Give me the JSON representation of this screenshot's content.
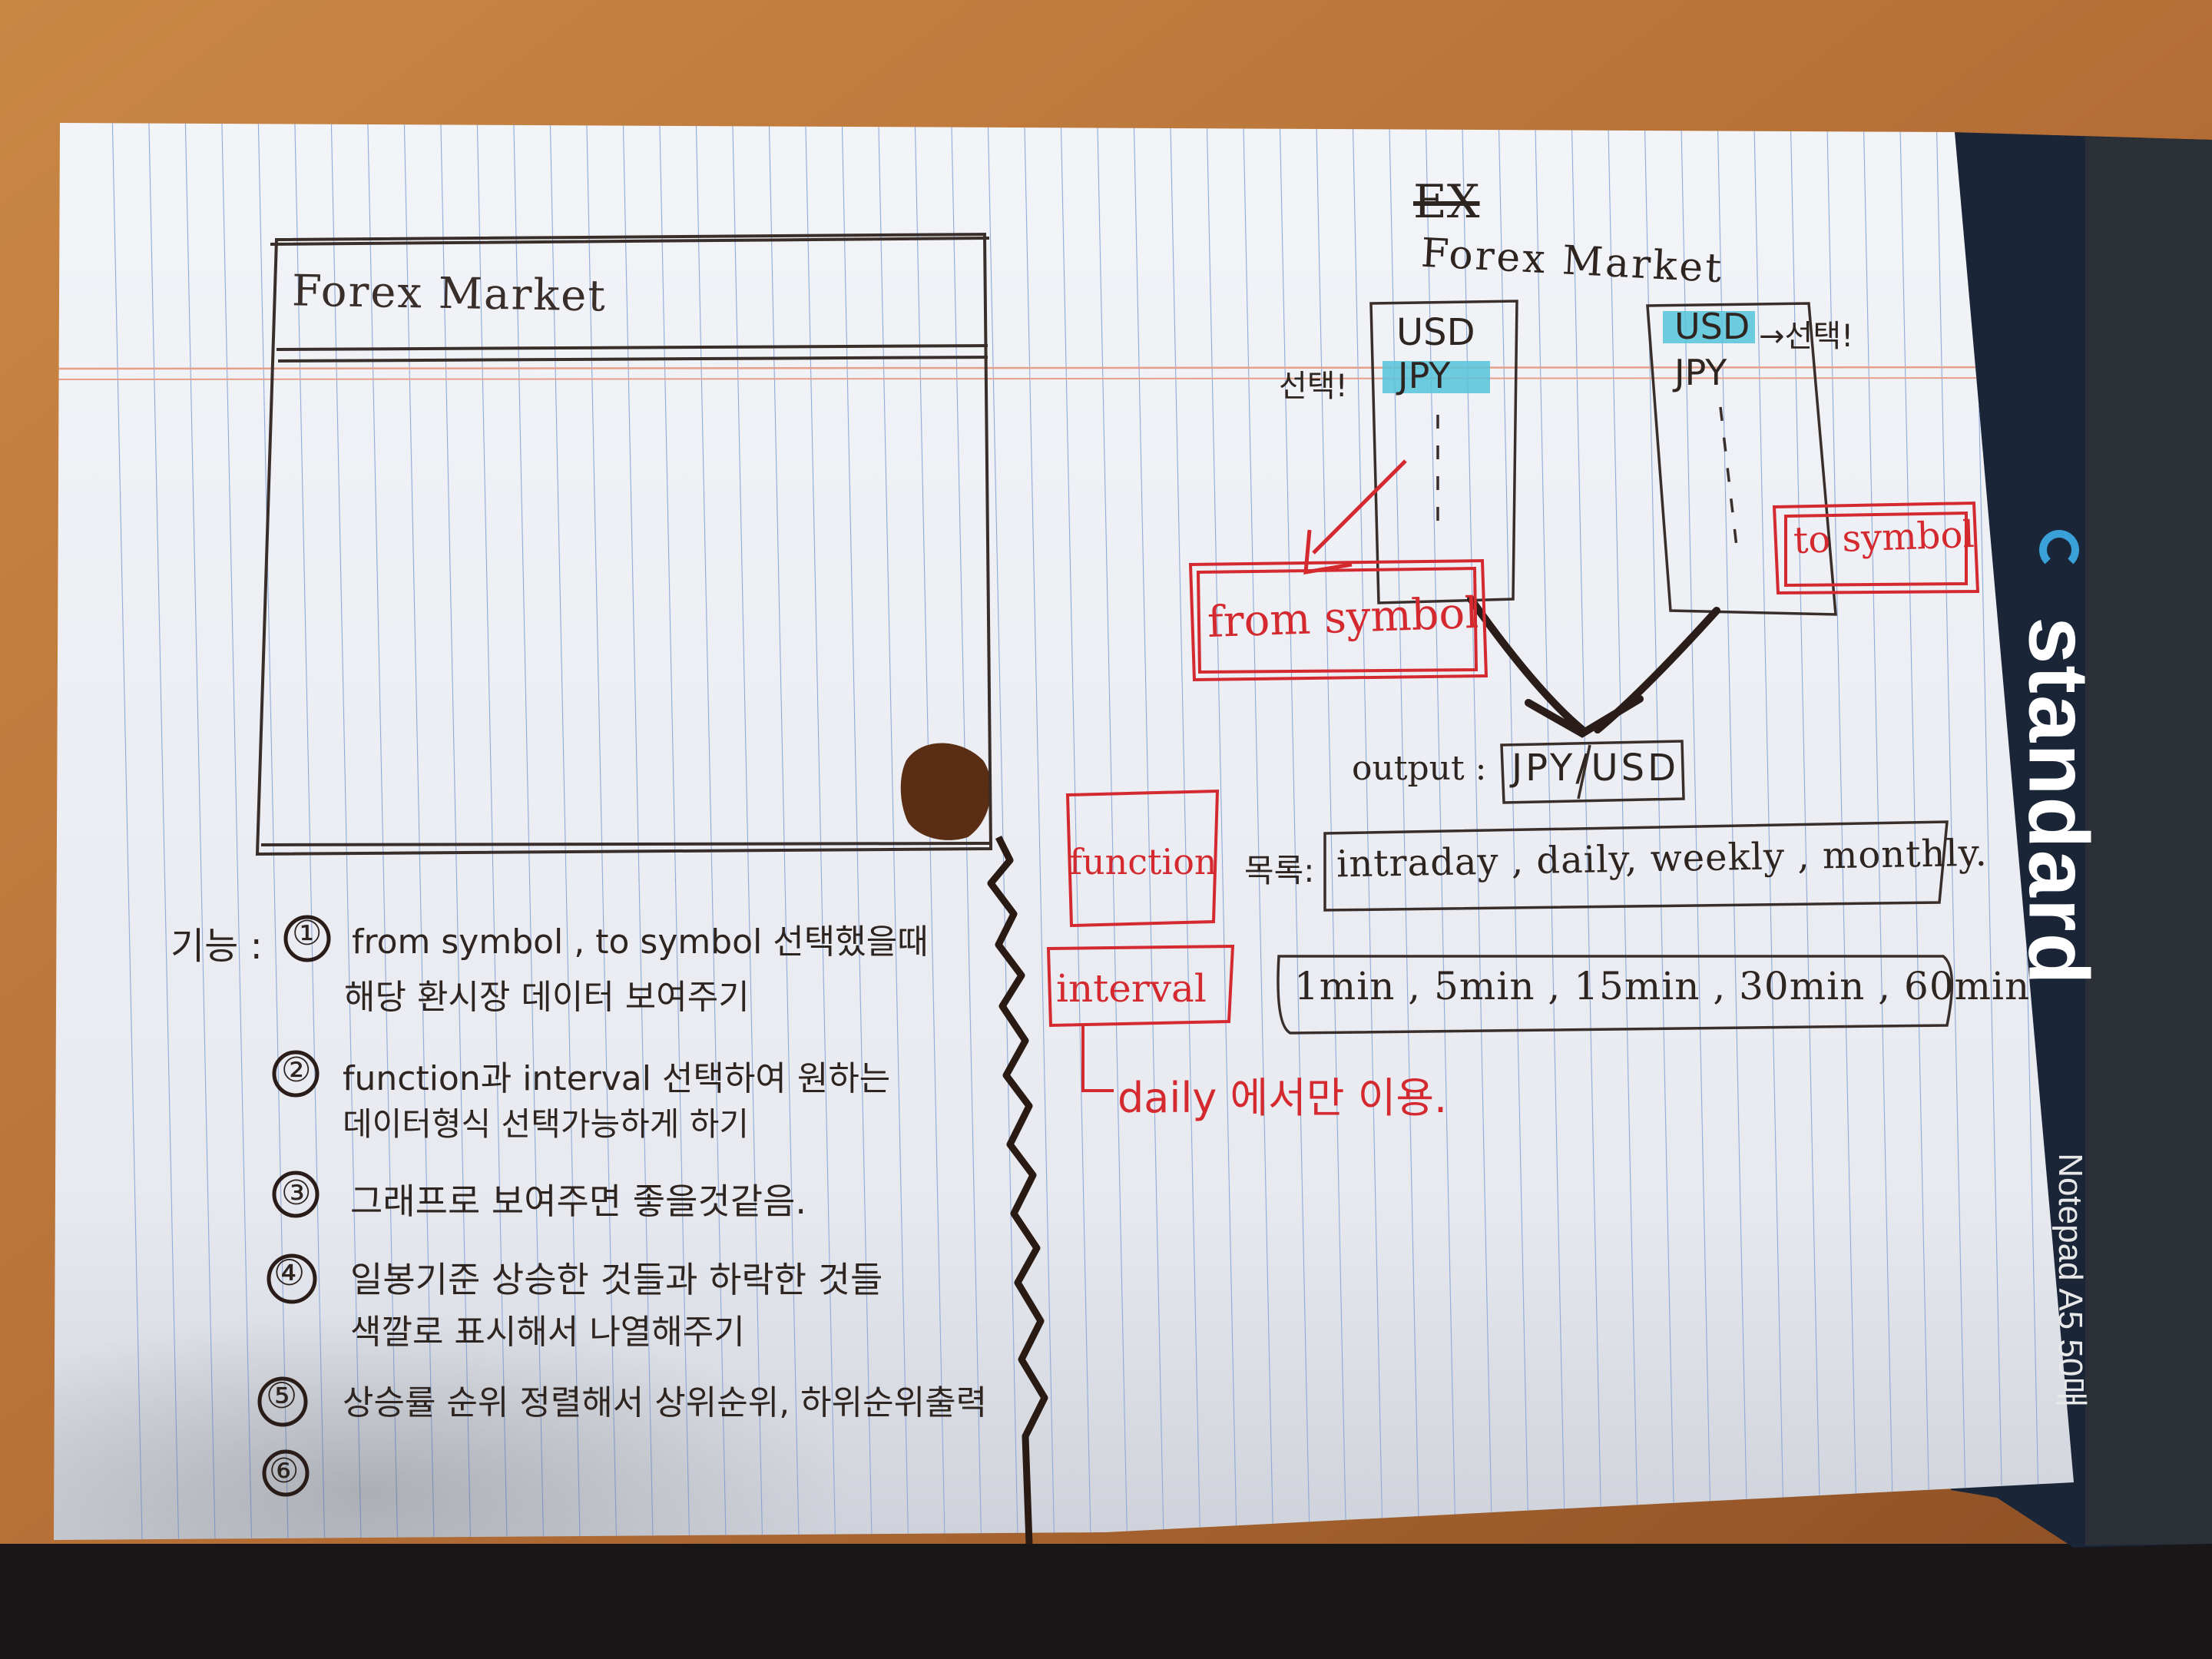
{
  "colors": {
    "desk": "#c07a3c",
    "paper": "#eef0f4",
    "line_blue": "#8ea9d8",
    "margin_red": "#e6a08a",
    "ink": "#2e2420",
    "red_ink": "#d42a2f",
    "highlight": "#56c4dc",
    "cover": "#1b2538",
    "spine": "#2a2f36",
    "stain": "#5a2e14"
  },
  "mockup": {
    "window_title": "Forex Market"
  },
  "example": {
    "marker": "EX",
    "title": "Forex Market",
    "left_list": {
      "items": [
        "USD",
        "JPY"
      ],
      "side_note": "선택!"
    },
    "right_list": {
      "items": [
        "USD",
        "JPY"
      ],
      "side_note": "→선택!"
    },
    "from_label": "from symbol",
    "to_label": "to symbol",
    "output_label": "output :",
    "output_value": "JPY/USD"
  },
  "options": {
    "function_label": "function",
    "list_prefix": "목록:",
    "function_values": "intraday , daily, weekly , monthly.",
    "interval_label": "interval",
    "interval_values": "1min , 5min , 15min , 30min , 60min",
    "interval_note": "daily 에서만 이용."
  },
  "features": {
    "heading": "기능 :",
    "items": [
      {
        "num": "①",
        "lines": [
          "from symbol , to symbol 선택했을때",
          "해당 환시장 데이터 보여주기"
        ]
      },
      {
        "num": "②",
        "lines": [
          "function과 interval 선택하여 원하는",
          "데이터형식 선택가능하게 하기"
        ]
      },
      {
        "num": "③",
        "lines": [
          "그래프로 보여주면 좋을것같음."
        ]
      },
      {
        "num": "④",
        "lines": [
          "일봉기준 상승한 것들과 하락한 것들",
          "색깔로 표시해서 나열해주기"
        ]
      },
      {
        "num": "⑤",
        "lines": [
          "상승률 순위 정렬해서 상위순위, 하위순위출력"
        ]
      },
      {
        "num": "⑥",
        "lines": [
          ""
        ]
      }
    ]
  },
  "cover": {
    "brand": "standard",
    "product": "Notepad A5 50매"
  }
}
